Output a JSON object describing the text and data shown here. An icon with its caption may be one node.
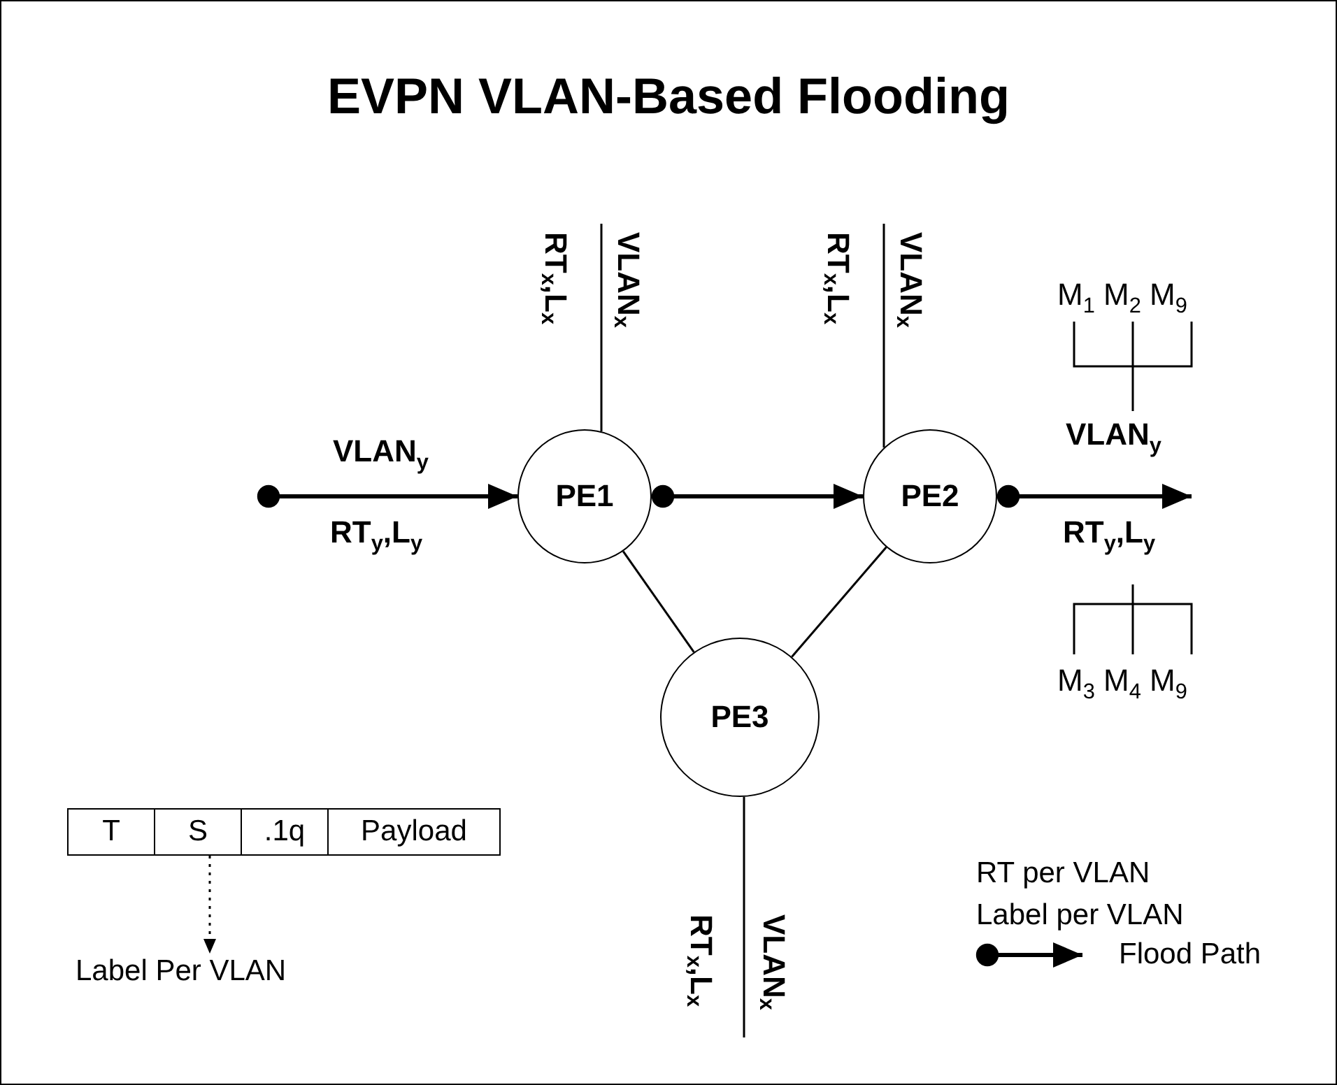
{
  "diagram": {
    "title": "EVPN VLAN-Based Flooding",
    "nodes": [
      {
        "text": [
          "PE1"
        ]
      },
      {
        "text": [
          "PE2"
        ]
      },
      {
        "text": [
          "PE3"
        ]
      },
      {
        "text": [
          "T"
        ]
      },
      {
        "text": [
          "S"
        ]
      },
      {
        "text": [
          ".1q"
        ]
      },
      {
        "text": [
          "Payload"
        ]
      },
      {
        "text": [
          "Label Per VLAN"
        ]
      }
    ],
    "edges": [
      {
        "from": null,
        "to": 0,
        "arrow": "to",
        "style": "thick"
      },
      {
        "from": 0,
        "to": 1,
        "arrow": "to",
        "style": "thick"
      },
      {
        "from": 1,
        "to": null,
        "arrow": "to",
        "style": "thick"
      },
      {
        "from": 0,
        "to": 2,
        "arrow": "none"
      },
      {
        "from": 1,
        "to": 2,
        "arrow": "none"
      },
      {
        "from": null,
        "to": 0,
        "arrow": "none"
      },
      {
        "from": null,
        "to": 1,
        "arrow": "none"
      },
      {
        "from": 2,
        "to": null,
        "arrow": "none"
      },
      {
        "from": 4,
        "to": 7,
        "arrow": "to",
        "style": "dashed"
      }
    ],
    "labels": [
      "RT$_{x}$,L$_{x}$",
      "VLAN$_{x}$",
      "RT$_{x}$,L$_{x}$",
      "VLAN$_{x}$",
      "M$_{1}$ M$_{2}$ M$_{9}$",
      "VLAN$_{y}$",
      "VLAN$_{y}$",
      "RT$_{y}$,L$_{y}$",
      "RT$_{y}$,L$_{y}$",
      "M$_{3}$ M$_{4}$ M$_{9}$",
      "RT per VLAN",
      "Label per VLAN",
      "RT$_{x}$,L$_{x}$",
      "VLAN$_{x}$"
    ],
    "legend": [
      {
        "text": "Flood Path"
      }
    ]
  }
}
